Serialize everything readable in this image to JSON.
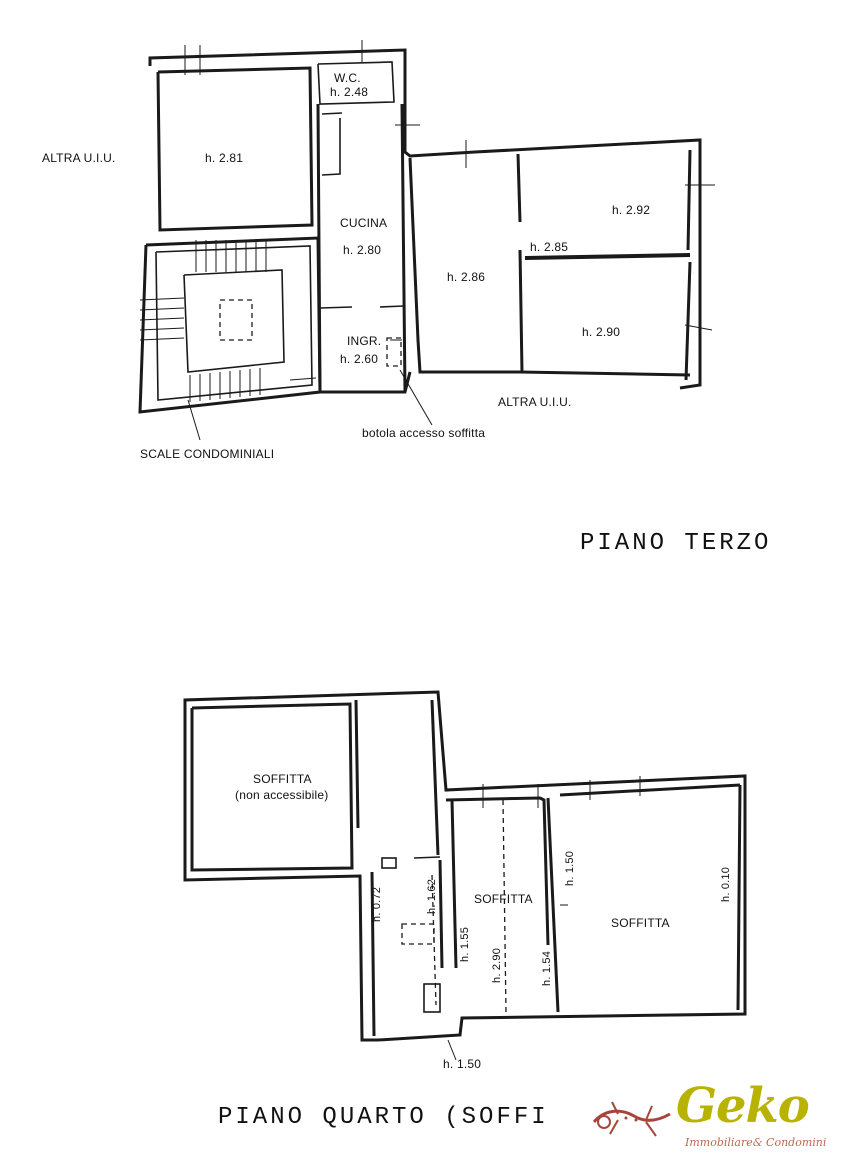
{
  "floors": {
    "third": {
      "title": "PIANO TERZO",
      "labels": {
        "altra_uiu_left": "ALTRA U.I.U.",
        "altra_uiu_bottom": "ALTRA U.I.U.",
        "room_281": "h. 2.81",
        "wc": "W.C.",
        "wc_height": "h. 2.48",
        "cucina": "CUCINA",
        "cucina_height": "h. 2.80",
        "room_286": "h. 2.86",
        "room_292": "h. 2.92",
        "room_285": "h. 2.85",
        "room_290": "h. 2.90",
        "ingr": "INGR.",
        "ingr_height": "h. 2.60",
        "botola": "botola accesso soffitta",
        "scale": "SCALE CONDOMINIALI"
      }
    },
    "fourth": {
      "title": "PIANO QUARTO (SOFFI",
      "labels": {
        "soffitta_left": "SOFFITTA",
        "non_accessibile": "(non accessibile)",
        "soffitta_mid": "SOFFITTA",
        "soffitta_right": "SOFFITTA",
        "h072": "h. 0.72",
        "h162": "h. 1.62",
        "h155": "h. 1.55",
        "h290": "h. 2.90",
        "h154": "h. 1.54",
        "h150_top": "h. 1.50",
        "h010": "h. 0.10",
        "h150_bottom": "h. 1.50"
      }
    }
  },
  "logo": {
    "word": "Geko",
    "subtitle": "Immobiliare& Condomini",
    "colors": {
      "word": "#b8b200",
      "subtitle": "#b86a50",
      "gecko": "#a8453a"
    }
  }
}
